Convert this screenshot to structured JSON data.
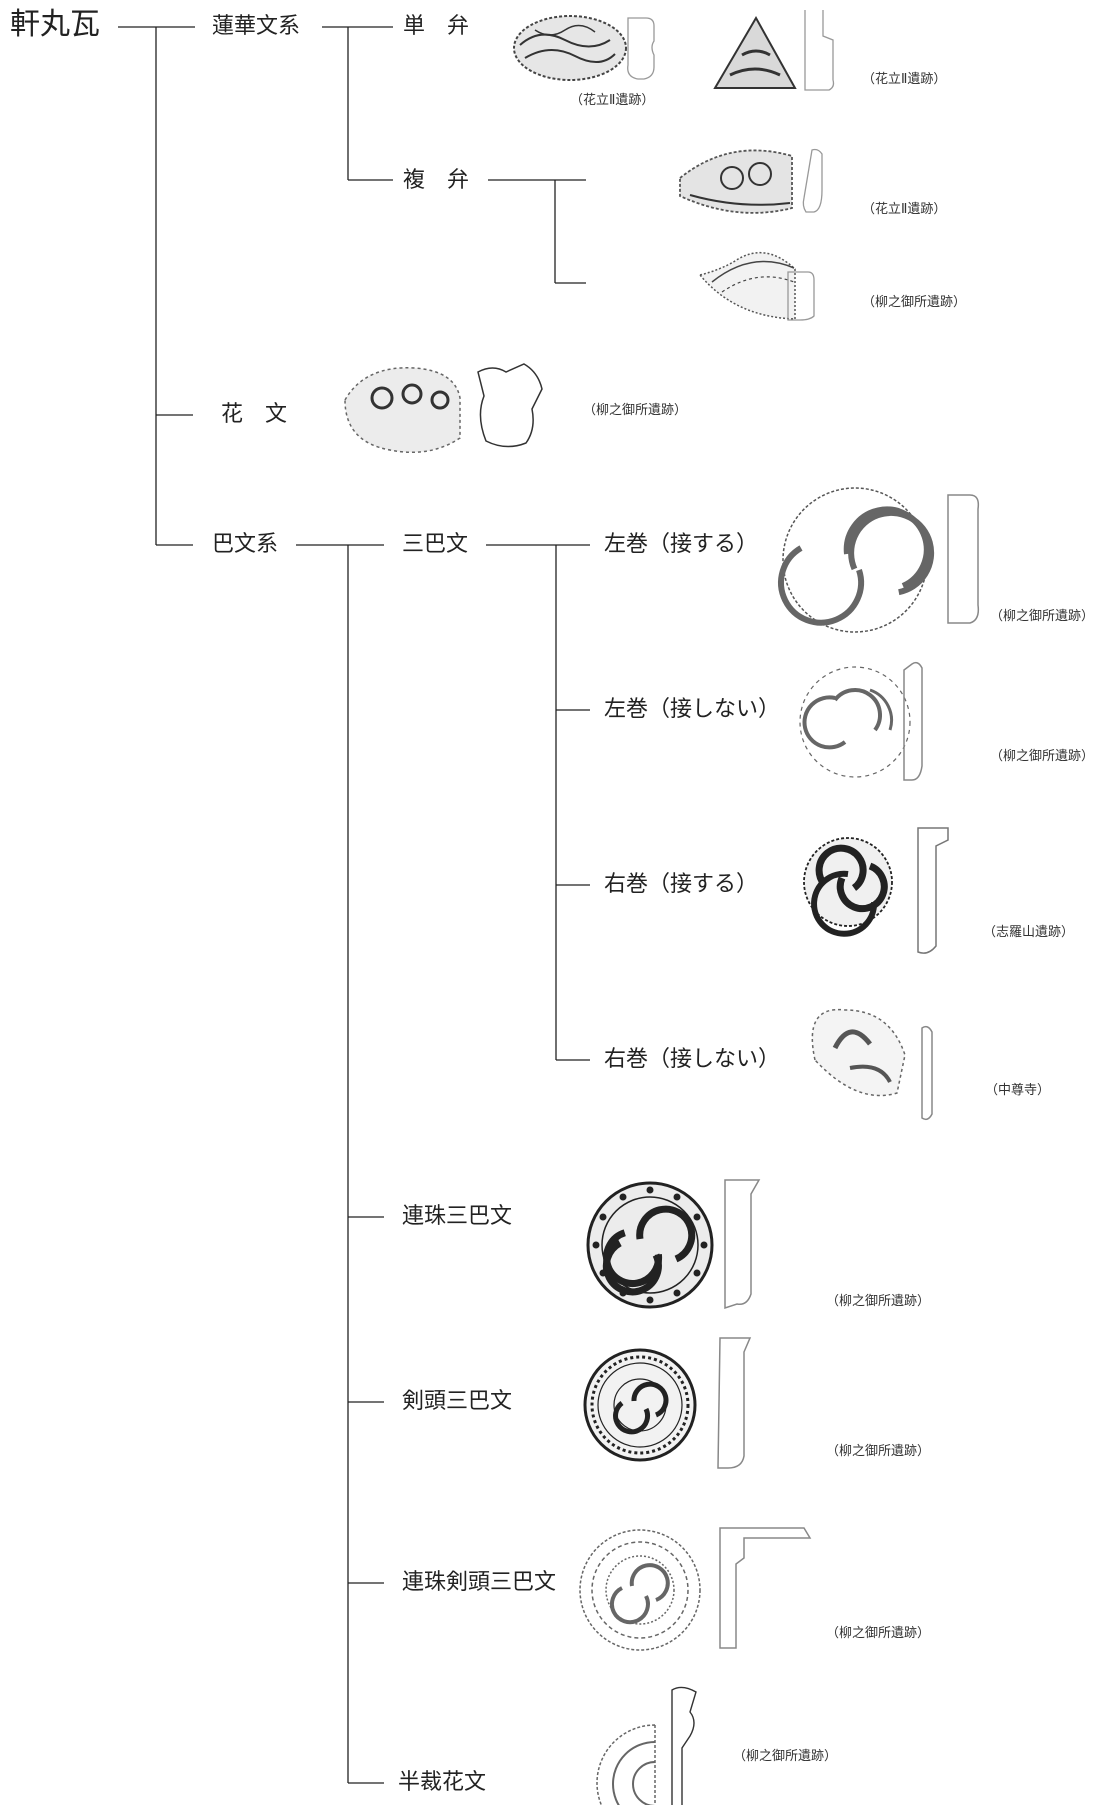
{
  "root": "軒丸瓦",
  "groups": {
    "renge": {
      "label": "蓮華文系",
      "tanben": {
        "label": "単　弁",
        "sources": [
          "（花立Ⅱ遺跡）",
          "（花立Ⅱ遺跡）"
        ]
      },
      "fukuben": {
        "label": "複　弁",
        "sources": [
          "（花立Ⅱ遺跡）",
          "（柳之御所遺跡）"
        ]
      }
    },
    "kamon": {
      "label": "花　文",
      "source": "（柳之御所遺跡）"
    },
    "tomoe": {
      "label": "巴文系",
      "mitsudomoe": {
        "label": "三巴文",
        "variants": [
          {
            "label": "左巻（接する）",
            "source": "（柳之御所遺跡）"
          },
          {
            "label": "左巻（接しない）",
            "source": "（柳之御所遺跡）"
          },
          {
            "label": "右巻（接する）",
            "source": "（志羅山遺跡）"
          },
          {
            "label": "右巻（接しない）",
            "source": "（中尊寺）"
          }
        ]
      },
      "others": [
        {
          "label": "連珠三巴文",
          "source": "（柳之御所遺跡）"
        },
        {
          "label": "剣頭三巴文",
          "source": "（柳之御所遺跡）"
        },
        {
          "label": "連珠剣頭三巴文",
          "source": "（柳之御所遺跡）"
        },
        {
          "label": "半裁花文",
          "source": "（柳之御所遺跡）"
        }
      ]
    }
  }
}
